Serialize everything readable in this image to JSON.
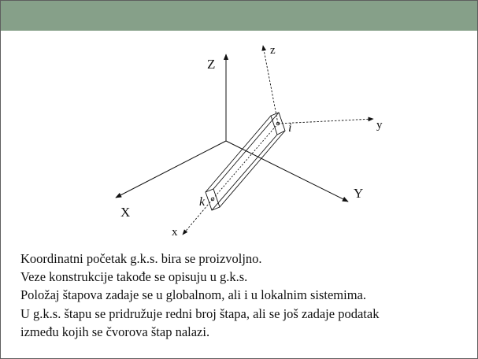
{
  "header": {
    "color": "#86a089"
  },
  "diagram": {
    "global_axes": {
      "Z": "Z",
      "X": "X",
      "Y": "Y"
    },
    "local_axes": {
      "z": "z",
      "y": "y",
      "x": "x"
    },
    "nodes": {
      "i": "i",
      "k": "k"
    }
  },
  "text_lines": [
    "Koordinatni početak g.k.s. bira se proizvoljno.",
    "Veze konstrukcije takođe se opisuju u g.k.s.",
    "Položaj štapova zadaje se u globalnom, ali i u lokalnim sistemima.",
    "U g.k.s. štapu se pridružuje redni broj štapa, ali se još zadaje podatak",
    "između kojih se čvorova štap nalazi."
  ]
}
